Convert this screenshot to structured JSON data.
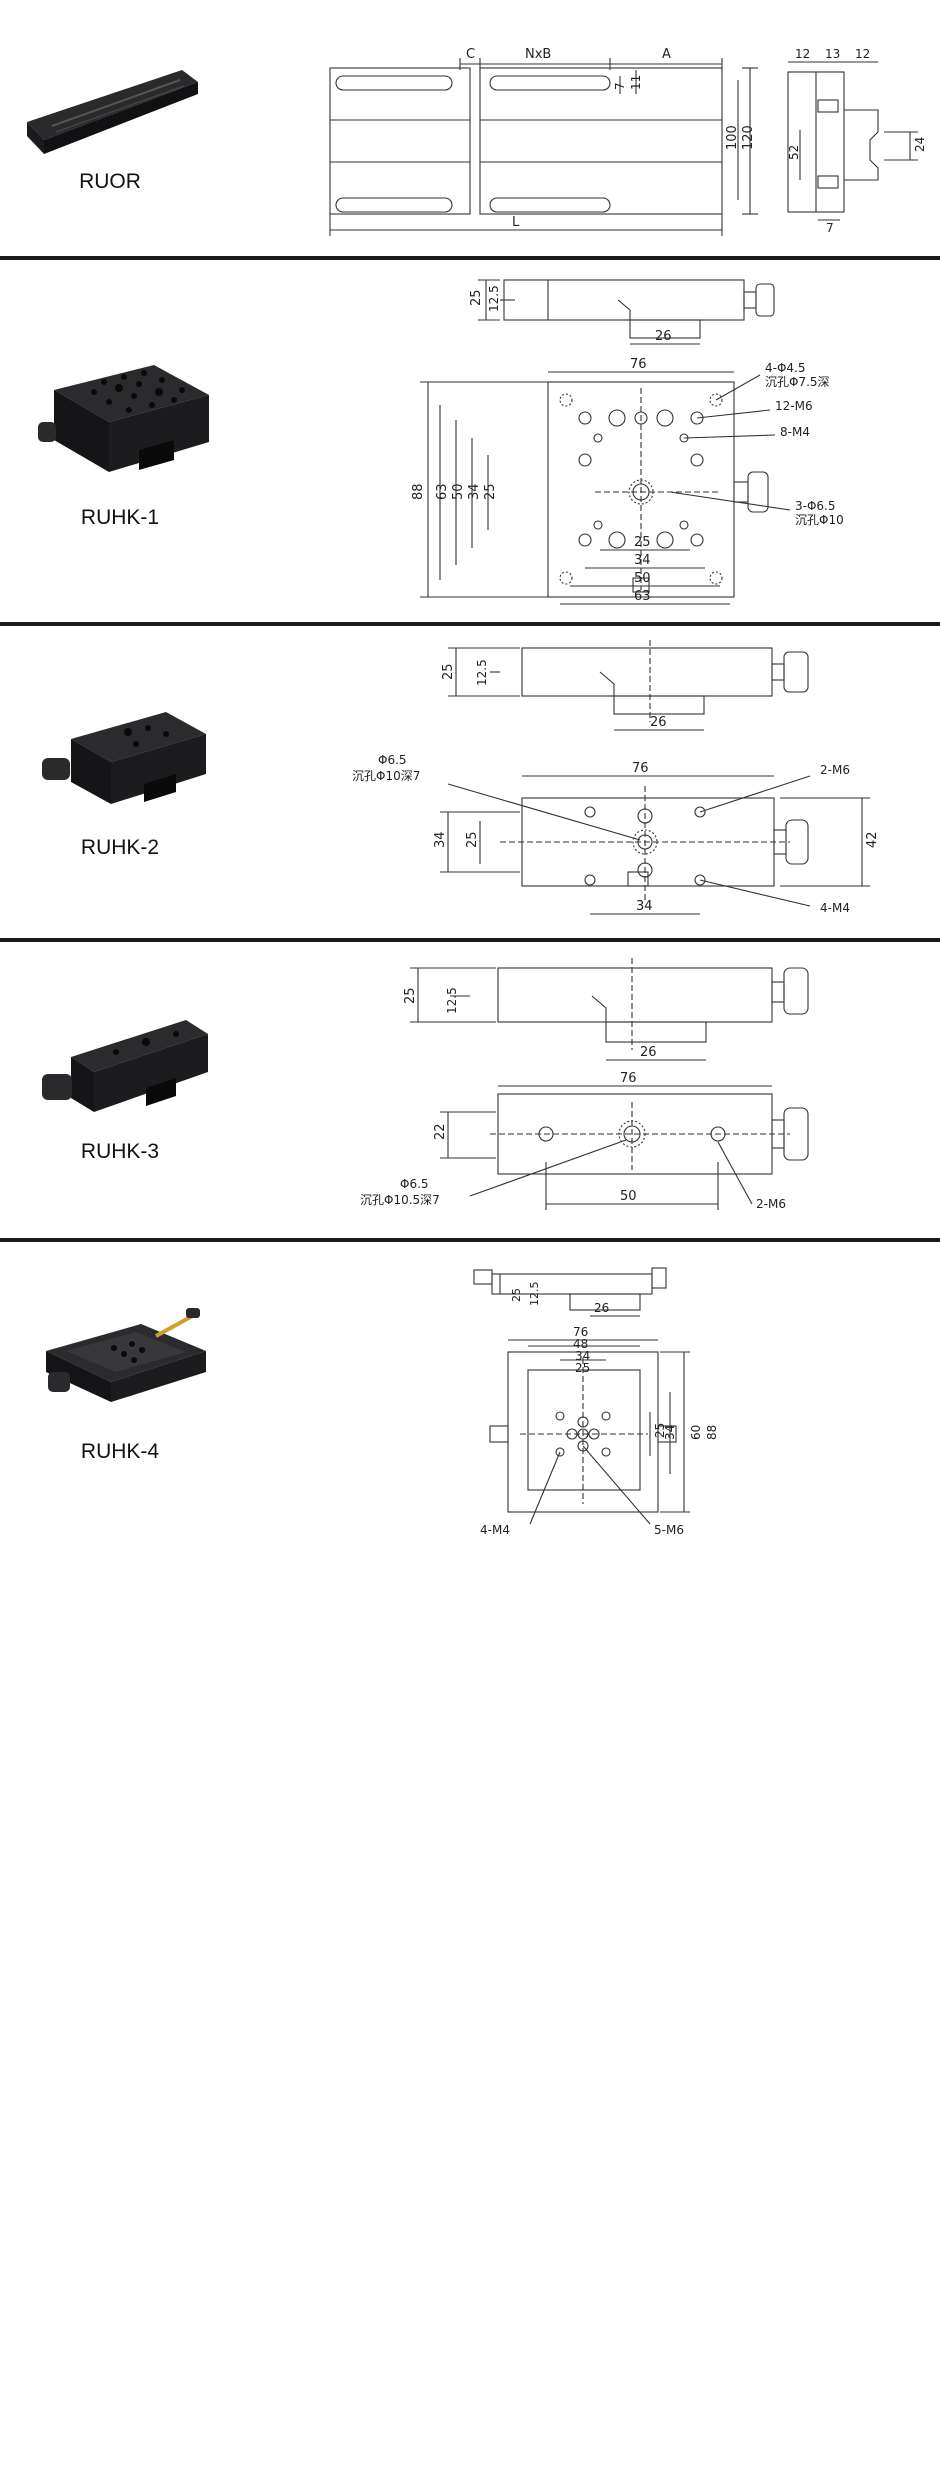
{
  "colors": {
    "divider": "#1a1a1a",
    "line": "#333333",
    "product": "#1c1c1e",
    "knob": "#2a2a2a",
    "brass": "#c9a227"
  },
  "products": [
    {
      "label": "RUOR"
    },
    {
      "label": "RUHK-1"
    },
    {
      "label": "RUHK-2"
    },
    {
      "label": "RUHK-3"
    },
    {
      "label": "RUHK-4"
    }
  ],
  "ruor": {
    "dims_top": {
      "c": "C",
      "nxb": "NxB",
      "a": "A"
    },
    "dim_7": "7",
    "dim_11": "11",
    "dim_100": "100",
    "dim_120": "120",
    "dim_l": "L",
    "side": {
      "d12a": "12",
      "d13": "13",
      "d12b": "12",
      "d52": "52",
      "d24": "24",
      "d7": "7"
    }
  },
  "ruhk1": {
    "side": {
      "d25": "25",
      "d12_5": "12.5",
      "d26": "26"
    },
    "top": {
      "d76": "76",
      "d88": "88",
      "d63v": "63",
      "d50v": "50",
      "d34v": "34",
      "d25v": "25",
      "d25h": "25",
      "d34h": "34",
      "d50h": "50",
      "d63h": "63"
    },
    "callouts": {
      "c1a": "4-Φ4.5",
      "c1b": "沉孔Φ7.5深",
      "c2": "12-M6",
      "c3": "8-M4",
      "c4a": "3-Φ6.5",
      "c4b": "沉孔Φ10"
    }
  },
  "ruhk2": {
    "side": {
      "d25": "25",
      "d12_5": "12.5",
      "d26": "26"
    },
    "top": {
      "d76": "76",
      "d34v": "34",
      "d25v": "25",
      "d42": "42",
      "d34h": "34"
    },
    "callouts": {
      "c1a": "Φ6.5",
      "c1b": "沉孔Φ10深7",
      "c2": "2-M6",
      "c3": "4-M4"
    }
  },
  "ruhk3": {
    "side": {
      "d25": "25",
      "d12_5": "12.5",
      "d26": "26"
    },
    "top": {
      "d76": "76",
      "d22": "22",
      "d50": "50"
    },
    "callouts": {
      "c1a": "Φ6.5",
      "c1b": "沉孔Φ10.5深7",
      "c2": "2-M6"
    }
  },
  "ruhk4": {
    "side": {
      "d25a": "25",
      "d12_5": "12.5",
      "d26": "26"
    },
    "top": {
      "d76": "76",
      "d48": "48",
      "d34": "34",
      "d25": "25",
      "d25v": "25",
      "d34v": "34",
      "d60": "60",
      "d88": "88"
    },
    "callouts": {
      "c1": "4-M4",
      "c2": "5-M6"
    }
  }
}
